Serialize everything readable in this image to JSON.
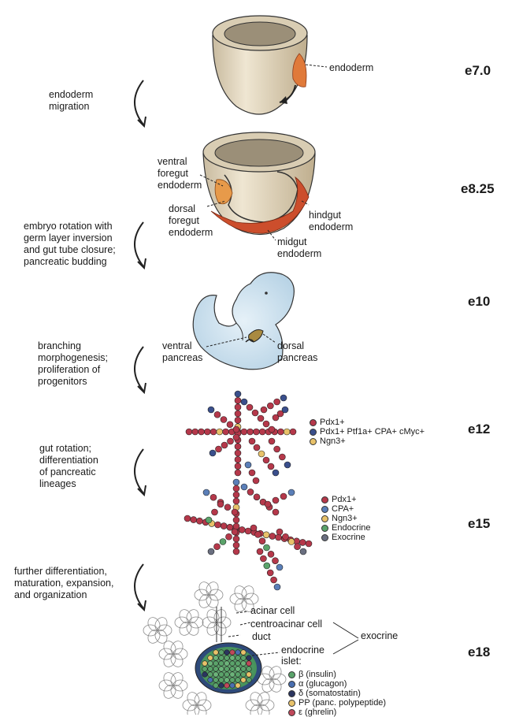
{
  "stages": [
    {
      "id": "e7",
      "label": "e7.0"
    },
    {
      "id": "e825",
      "label": "e8.25"
    },
    {
      "id": "e10",
      "label": "e10"
    },
    {
      "id": "e12",
      "label": "e12"
    },
    {
      "id": "e15",
      "label": "e15"
    },
    {
      "id": "e18",
      "label": "e18"
    }
  ],
  "steps": [
    "endoderm\nmigration",
    "embryo rotation with\ngerm layer inversion\nand gut tube closure;\npancreatic budding",
    "branching\nmorphogenesis;\nproliferation of\nprogenitors",
    "gut rotation;\ndifferentiation\nof pancreatic\nlineages",
    "further differentiation,\nmaturation, expansion,\nand organization"
  ],
  "labels": {
    "endoderm": "endoderm",
    "ventral_foregut": "ventral\nforegut\nendoderm",
    "dorsal_foregut": "dorsal\nforegut\nendoderm",
    "hindgut": "hindgut\nendoderm",
    "midgut": "midgut\nendoderm",
    "ventral_pancreas": "ventral\npancreas",
    "dorsal_pancreas": "dorsal\npancreas",
    "acinar": "acinar cell",
    "centroacinar": "centroacinar cell",
    "duct": "duct",
    "exocrine": "exocrine",
    "endocrine_islet": "endocrine\nislet:"
  },
  "legend_e12": [
    {
      "label": "Pdx1+",
      "color": "#b5384a"
    },
    {
      "label": "Pdx1+ Ptf1a+ CPA+ cMyc+",
      "color": "#3a4f8c"
    },
    {
      "label": "Ngn3+",
      "color": "#e8c26a"
    }
  ],
  "legend_e15": [
    {
      "label": "Pdx1+",
      "color": "#b5384a"
    },
    {
      "label": "CPA+",
      "color": "#5b7fb8"
    },
    {
      "label": "Ngn3+",
      "color": "#e8c26a"
    },
    {
      "label": "Endocrine",
      "color": "#5aa36a"
    },
    {
      "label": "Exocrine",
      "color": "#6a6f80"
    }
  ],
  "legend_e18": [
    {
      "label": "β (insulin)",
      "color": "#5aa36a"
    },
    {
      "label": "α (glucagon)",
      "color": "#4a6fb0"
    },
    {
      "label": "δ (somatostatin)",
      "color": "#2a3560"
    },
    {
      "label": "PP (panc. polypeptide)",
      "color": "#e8c26a"
    },
    {
      "label": "ε (ghrelin)",
      "color": "#c0485a"
    }
  ],
  "colors": {
    "cup": "#e6dcc6",
    "endoderm_orange": "#e79a4a",
    "endoderm_red": "#c8502e",
    "embryo_blue": "#cfe3f0",
    "cell_red": "#b5384a",
    "cell_blue": "#3a4f8c"
  }
}
